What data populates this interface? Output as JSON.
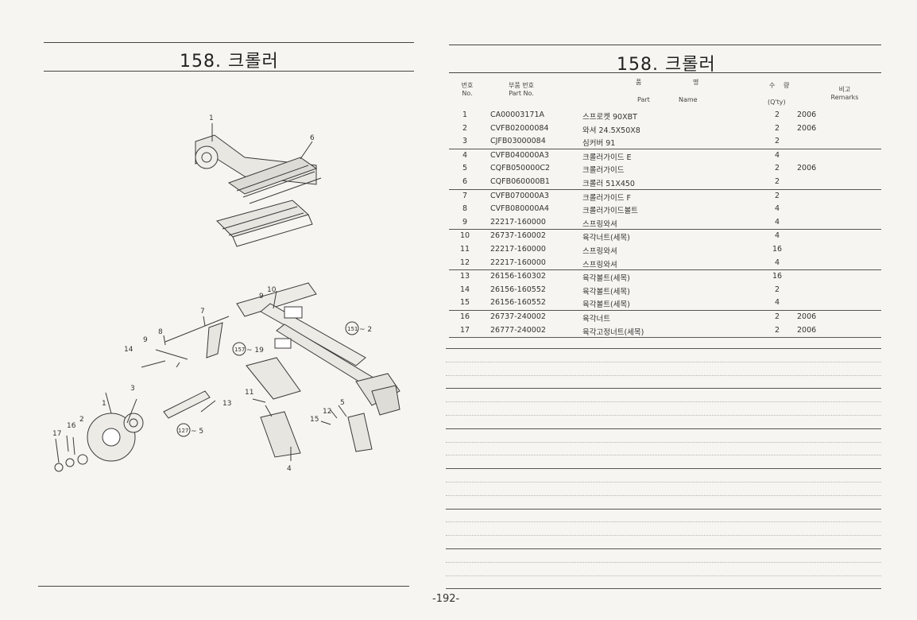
{
  "left": {
    "title": "158. 크롤러"
  },
  "right": {
    "title": "158. 크롤러",
    "headers": {
      "no_ko": "번호",
      "no_en": "No.",
      "pn_ko": "부품 번호",
      "pn_en": "Part  No.",
      "name_ko_a": "품",
      "name_ko_b": "명",
      "name_part": "Part",
      "name_name": "Name",
      "qty_ko_a": "수",
      "qty_ko_b": "량",
      "qty_en": "(Q'ty)",
      "rem_ko": "비고",
      "rem_en": "Remarks"
    },
    "parts": [
      {
        "no": "1",
        "part_no": "CA00003171A",
        "name": "스프로켓 90XBT",
        "qty": "2",
        "remarks": "2006"
      },
      {
        "no": "2",
        "part_no": "CVFB02000084",
        "name": "와셔 24.5X50X8",
        "qty": "2",
        "remarks": "2006"
      },
      {
        "no": "3",
        "part_no": "CJFB03000084",
        "name": "심커버 91",
        "qty": "2",
        "remarks": ""
      },
      {
        "no": "4",
        "part_no": "CVFB040000A3",
        "name": "크롤러가이드 E",
        "qty": "4",
        "remarks": ""
      },
      {
        "no": "5",
        "part_no": "CQFB050000C2",
        "name": "크롤러가이드",
        "qty": "2",
        "remarks": "2006"
      },
      {
        "no": "6",
        "part_no": "CQFB060000B1",
        "name": "크롤러 51X450",
        "qty": "2",
        "remarks": ""
      },
      {
        "no": "7",
        "part_no": "CVFB070000A3",
        "name": "크롤러가이드 F",
        "qty": "2",
        "remarks": ""
      },
      {
        "no": "8",
        "part_no": "CVFB080000A4",
        "name": "크롤러가이드볼트",
        "qty": "4",
        "remarks": ""
      },
      {
        "no": "9",
        "part_no": "22217-160000",
        "name": "스프링와셔",
        "qty": "4",
        "remarks": ""
      },
      {
        "no": "10",
        "part_no": "26737-160002",
        "name": "육각너트(세목)",
        "qty": "4",
        "remarks": ""
      },
      {
        "no": "11",
        "part_no": "22217-160000",
        "name": "스프링와셔",
        "qty": "16",
        "remarks": ""
      },
      {
        "no": "12",
        "part_no": "22217-160000",
        "name": "스프링와셔",
        "qty": "4",
        "remarks": ""
      },
      {
        "no": "13",
        "part_no": "26156-160302",
        "name": "육각볼트(세목)",
        "qty": "16",
        "remarks": ""
      },
      {
        "no": "14",
        "part_no": "26156-160552",
        "name": "육각볼트(세목)",
        "qty": "2",
        "remarks": ""
      },
      {
        "no": "15",
        "part_no": "26156-160552",
        "name": "육각볼트(세목)",
        "qty": "4",
        "remarks": ""
      },
      {
        "no": "16",
        "part_no": "26737-240002",
        "name": "육각너트",
        "qty": "2",
        "remarks": "2006"
      },
      {
        "no": "17",
        "part_no": "26777-240002",
        "name": "육각고정너트(세목)",
        "qty": "2",
        "remarks": "2006"
      }
    ]
  },
  "diagram_labels": {
    "l1": "1",
    "l6": "6",
    "l10": "10",
    "l9a": "9",
    "l7": "7",
    "l8": "8",
    "l9b": "9",
    "l14": "14",
    "l151": "151",
    "l151n": "~ 2",
    "l157": "157",
    "l157n": "~ 19",
    "l3": "3",
    "l1b": "1",
    "l11": "11",
    "l13": "13",
    "l2": "2",
    "l16": "16",
    "l17": "17",
    "l127": "127",
    "l127n": "~ 5",
    "l12": "12",
    "l5": "5",
    "l15": "15",
    "l4": "4"
  },
  "page_number": "-192-"
}
